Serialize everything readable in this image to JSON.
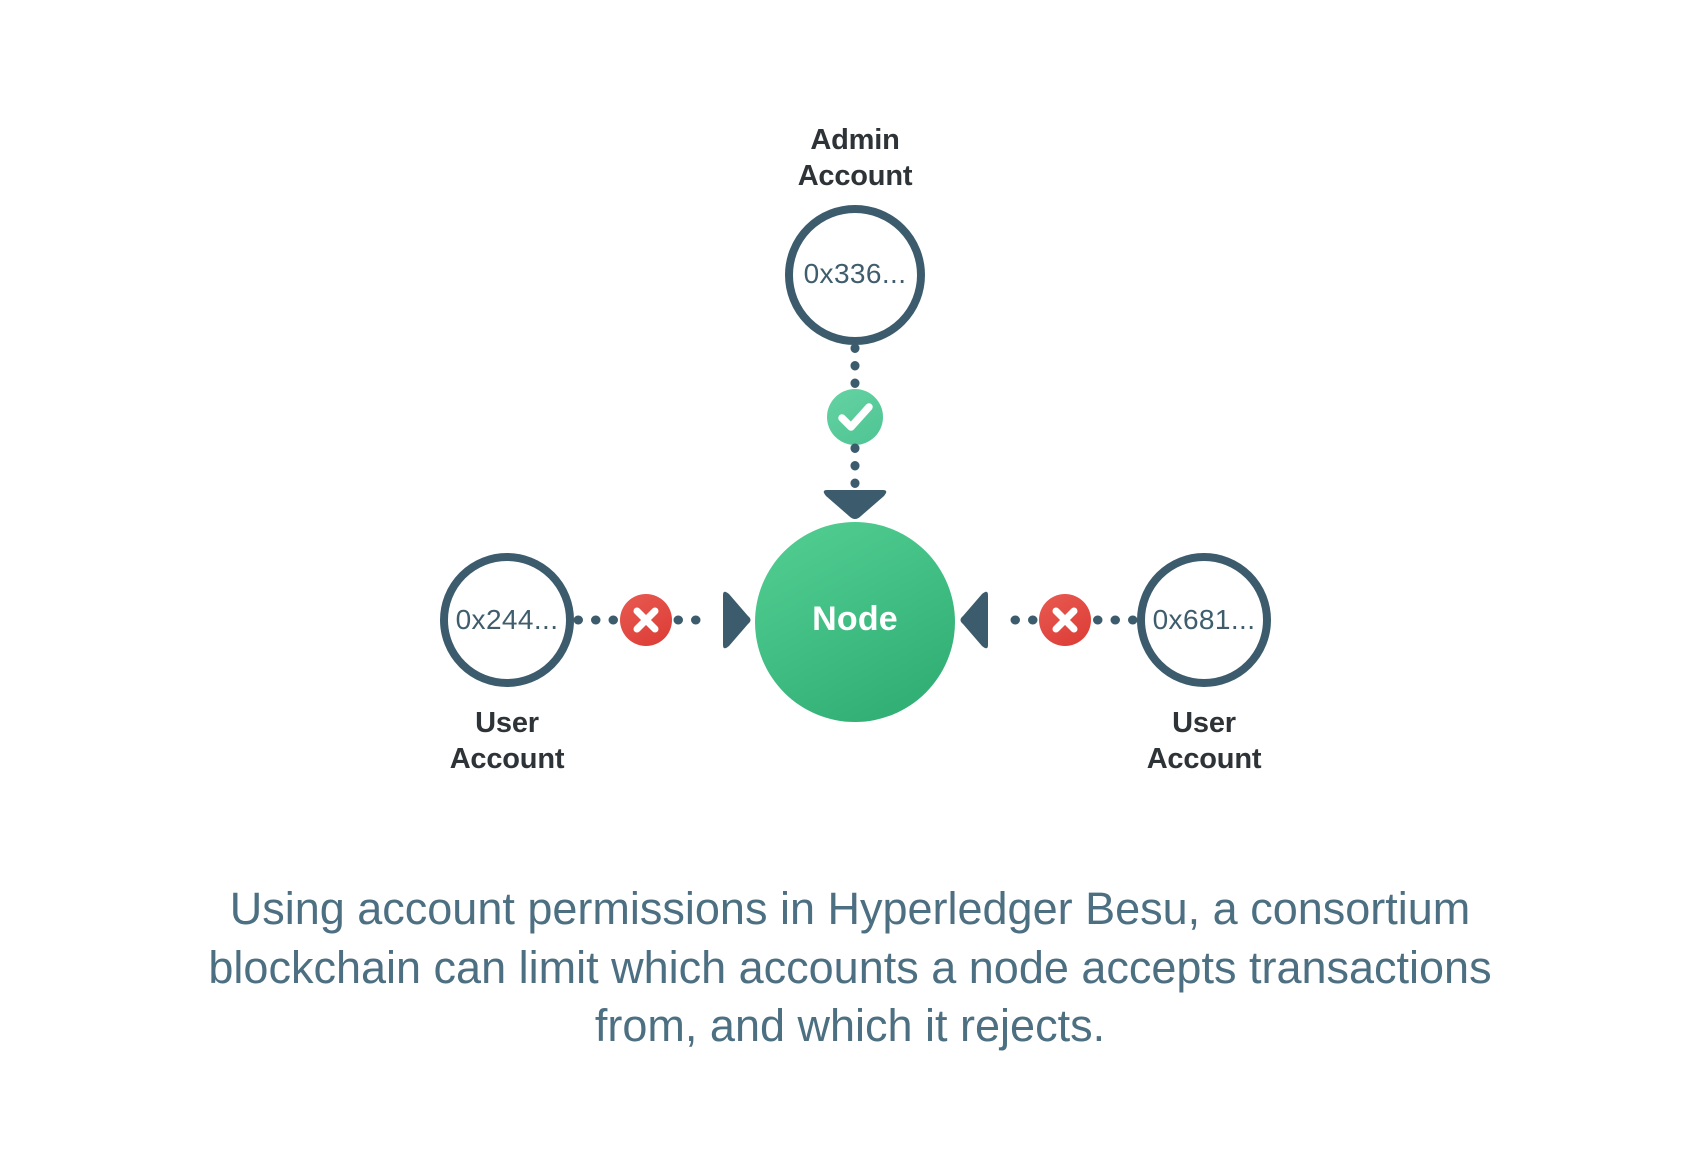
{
  "diagram": {
    "title_semantic": "hyperledger-besu-account-permissions",
    "colors": {
      "background": "#ffffff",
      "outline_navy": "#3c5c6d",
      "label_dark": "#2e3338",
      "address_text": "#3f5d6d",
      "node_green_light": "#4cc98c",
      "node_green_dark": "#2faa6e",
      "check_green": "#5ccb9b",
      "reject_red": "#e34a43",
      "caption_slate": "#4c6f82",
      "dot_navy": "#3c5c6d"
    },
    "nodes": {
      "admin": {
        "label": "Admin\nAccount",
        "address": "0x336...",
        "role": "admin-account"
      },
      "user_left": {
        "label": "User\nAccount",
        "address": "0x244...",
        "role": "user-account"
      },
      "user_right": {
        "label": "User\nAccount",
        "address": "0x681...",
        "role": "user-account"
      },
      "center": {
        "label": "Node",
        "role": "blockchain-node"
      }
    },
    "edges": [
      {
        "from": "admin",
        "to": "center",
        "status": "allowed",
        "marker": "check",
        "direction": "down",
        "style": "dotted"
      },
      {
        "from": "user_left",
        "to": "center",
        "status": "rejected",
        "marker": "cross",
        "direction": "right",
        "style": "dotted"
      },
      {
        "from": "user_right",
        "to": "center",
        "status": "rejected",
        "marker": "cross",
        "direction": "left",
        "style": "dotted"
      }
    ],
    "caption": "Using account permissions in Hyperledger Besu, a consortium blockchain can limit which accounts a node accepts transactions from, and which it rejects."
  }
}
